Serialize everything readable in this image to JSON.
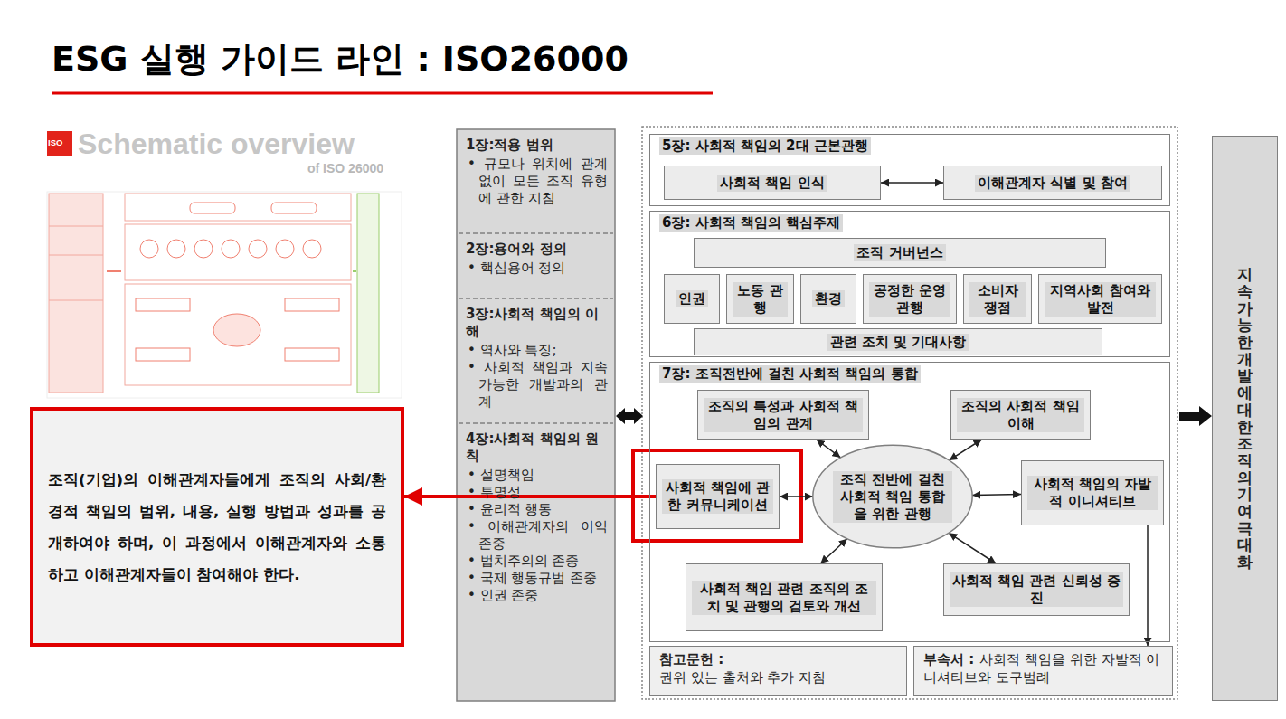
{
  "diagram": {
    "title": "ESG 실행 가이드 라인 : ISO26000",
    "nodes": [
      {
        "text": [
          "조직(기업)의 이해관계자들에게 조직의 사회/환경적 책임의 범위, 내용, 실행 방법과 성과를 공개하여야 하며, 이 과정에서 이해관계자와 소통하고 이해관계자들이 참여해야 한다."
        ]
      },
      {
        "text": [
          "1장:적용 범위",
          "• 규모나 위치에 관계 없이 모든 조직 유형에 관한 지침"
        ]
      },
      {
        "text": [
          "2장:용어와 정의",
          "• 핵심용어 정의"
        ]
      },
      {
        "text": [
          "3장:사회적 책임의 이해",
          "• 역사와 특징;",
          "• 사회적 책임과 지속 가능한 개발과의 관계"
        ]
      },
      {
        "text": [
          "4장:사회적 책임의 원칙",
          "• 설명책임",
          "• 투명성",
          "• 윤리적 행동",
          "• 이해관계자의 이익 존중",
          "• 법치주의의 존중",
          "• 국제 행동규범 존중",
          "• 인권 존중"
        ]
      },
      {
        "text": [
          "5장: 사회적 책임의 2대 근본관행"
        ]
      },
      {
        "text": [
          "사회적 책임 인식"
        ],
        "in": 5
      },
      {
        "text": [
          "이해관계자 식별 및 참여"
        ],
        "in": 5
      },
      {
        "text": [
          "6장: 사회적 책임의 핵심주제"
        ]
      },
      {
        "text": [
          "조직 거버넌스"
        ],
        "in": 8
      },
      {
        "text": [
          "인권"
        ],
        "in": 8
      },
      {
        "text": [
          "노동 관행"
        ],
        "in": 8
      },
      {
        "text": [
          "환경"
        ],
        "in": 8
      },
      {
        "text": [
          "공정한 운영관행"
        ],
        "in": 8
      },
      {
        "text": [
          "소비자 쟁점"
        ],
        "in": 8
      },
      {
        "text": [
          "지역사회 참여와 발전"
        ],
        "in": 8
      },
      {
        "text": [
          "관련 조치 및 기대사항"
        ],
        "in": 8
      },
      {
        "text": [
          "7장: 조직전반에 걸친 사회적 책임의 통합"
        ]
      },
      {
        "text": [
          "조직의 특성과 사회적 책임의 관계"
        ],
        "in": 17
      },
      {
        "text": [
          "조직의 사회적 책임 이해"
        ],
        "in": 17
      },
      {
        "text": [
          "사회적 책임에 관한 커뮤니케이션"
        ],
        "in": 17
      },
      {
        "text": [
          "조직 전반에 걸친 사회적 책임 통합을 위한 관행"
        ],
        "in": 17
      },
      {
        "text": [
          "사회적 책임의 자발적 이니셔티브"
        ],
        "in": 17
      },
      {
        "text": [
          "사회적 책임 관련 조직의 조치 및 관행의 검토와 개선"
        ],
        "in": 17
      },
      {
        "text": [
          "사회적 책임 관련 신뢰성 증진"
        ],
        "in": 17
      },
      {
        "text": [
          "참고문헌 :",
          "권위 있는 출처와 추가 지침"
        ]
      },
      {
        "text": [
          "부속서 :",
          "사회적 책임을 위한 자발적 이니셔티브와 도구범례"
        ]
      },
      {
        "text": [
          "지속가능한 개발에 대한 조직의 기여 극대화"
        ]
      }
    ],
    "edges": [
      {
        "from": 6,
        "to": 7,
        "arrow": "both"
      },
      {
        "from": 18,
        "to": 21,
        "arrow": "both"
      },
      {
        "from": 19,
        "to": 21,
        "arrow": "both"
      },
      {
        "from": 20,
        "to": 21,
        "arrow": "both"
      },
      {
        "from": 22,
        "to": 21,
        "arrow": "both"
      },
      {
        "from": 23,
        "to": 21,
        "arrow": "both"
      },
      {
        "from": 24,
        "to": 21,
        "arrow": "both"
      },
      {
        "from": 22,
        "to": 26,
        "arrow": "to"
      },
      {
        "from": 20,
        "to": 0,
        "arrow": "to"
      }
    ],
    "labels": [
      "ISO",
      "Schematic overview",
      "of ISO 26000"
    ]
  }
}
